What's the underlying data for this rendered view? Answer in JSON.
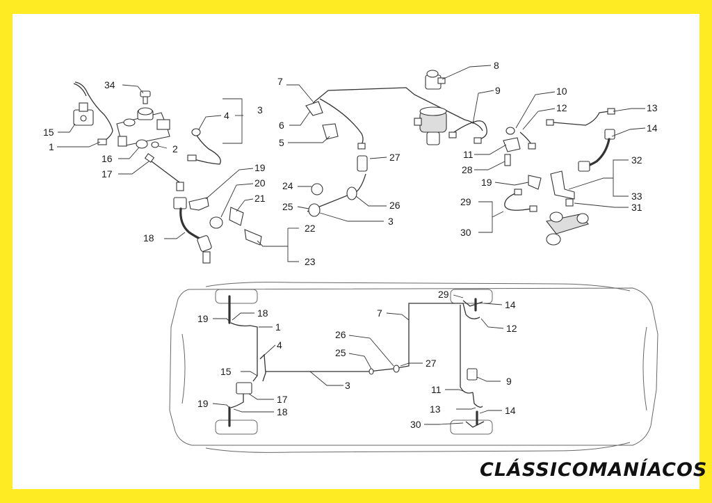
{
  "colors": {
    "frame": "#ffeb24",
    "panel": "#ffffff",
    "ink": "#333333"
  },
  "brand": {
    "watermark": "CLÁSSICOMANÍACOS"
  },
  "exploded": {
    "c34": "34",
    "c15": "15",
    "c1": "1",
    "c16": "16",
    "c17": "17",
    "c2": "2",
    "c4": "4",
    "c3": "3",
    "c18": "18",
    "c19": "19",
    "c20": "20",
    "c21": "21",
    "c22": "22",
    "c23": "23",
    "c7": "7",
    "c6": "6",
    "c5": "5",
    "c27": "27",
    "c24": "24",
    "c25": "25",
    "c26": "26",
    "c3b": "3",
    "c8": "8",
    "c9": "9",
    "c10": "10",
    "c12": "12",
    "c11": "11",
    "c28": "28",
    "c13": "13",
    "c14": "14",
    "c32": "32",
    "c33": "33",
    "c19b": "19",
    "c29": "29",
    "c30": "30",
    "c31": "31"
  },
  "car": {
    "c19a": "19",
    "c18a": "18",
    "c1": "1",
    "c4": "4",
    "c15": "15",
    "c17": "17",
    "c19b": "19",
    "c18b": "18",
    "c3": "3",
    "c25": "25",
    "c26": "26",
    "c7": "7",
    "c27": "27",
    "c29": "29",
    "c14a": "14",
    "c12": "12",
    "c9": "9",
    "c11": "11",
    "c13": "13",
    "c14b": "14",
    "c30": "30"
  }
}
